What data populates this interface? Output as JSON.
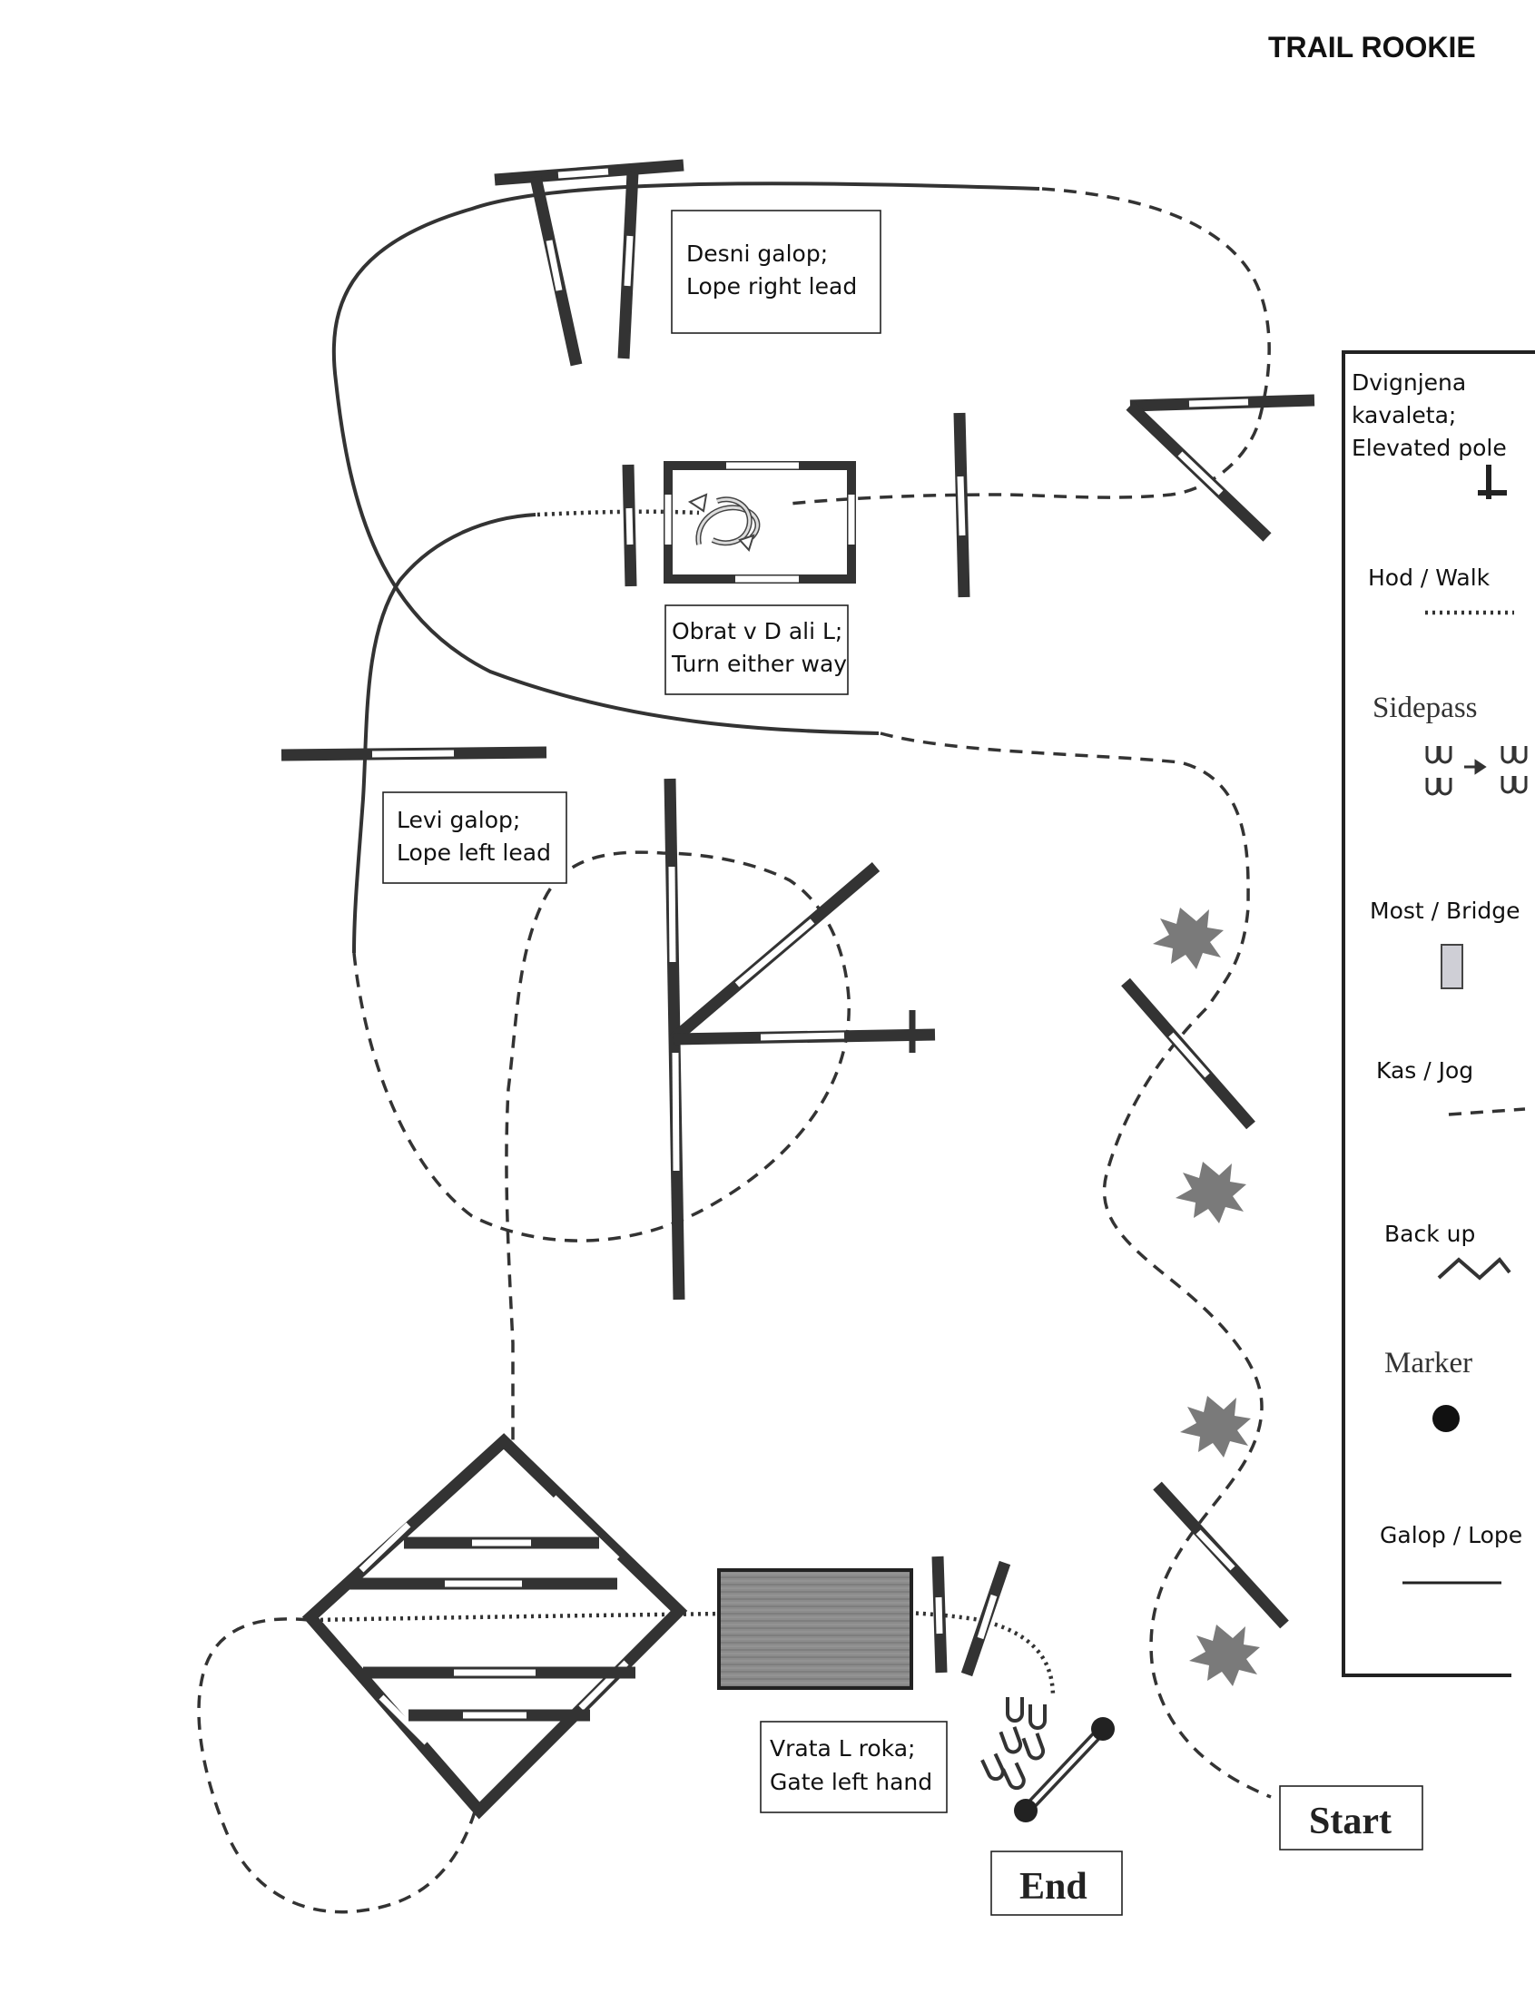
{
  "title": "TRAIL ROOKIE",
  "labels": {
    "right_lead": [
      "Desni galop;",
      "Lope right lead"
    ],
    "turn": [
      "Obrat v D ali L;",
      "Turn either way"
    ],
    "left_lead": [
      "Levi galop;",
      "Lope left lead"
    ],
    "gate": [
      "Vrata L roka;",
      "Gate left hand"
    ],
    "start": "Start",
    "end": "End"
  },
  "legend": {
    "elevated_pole": [
      "Dvignjena",
      "kavaleta;",
      "Elevated pole"
    ],
    "walk": "Hod / Walk",
    "sidepass": "Sidepass",
    "bridge": "Most / Bridge",
    "jog": "Kas / Jog",
    "back_up": "Back up",
    "marker": "Marker",
    "lope": "Galop / Lope"
  },
  "colors": {
    "line": "#333333",
    "bridge_fill": "#8a8a8a",
    "bush_fill": "#7a7a7a",
    "legend_bridge": "#cfcfd6"
  },
  "icons": [
    "sidepass-hooves-icon",
    "turn-arrows-icon",
    "bush-icon",
    "marker-dot-icon",
    "back-up-zigzag-icon",
    "elevated-pole-icon"
  ]
}
